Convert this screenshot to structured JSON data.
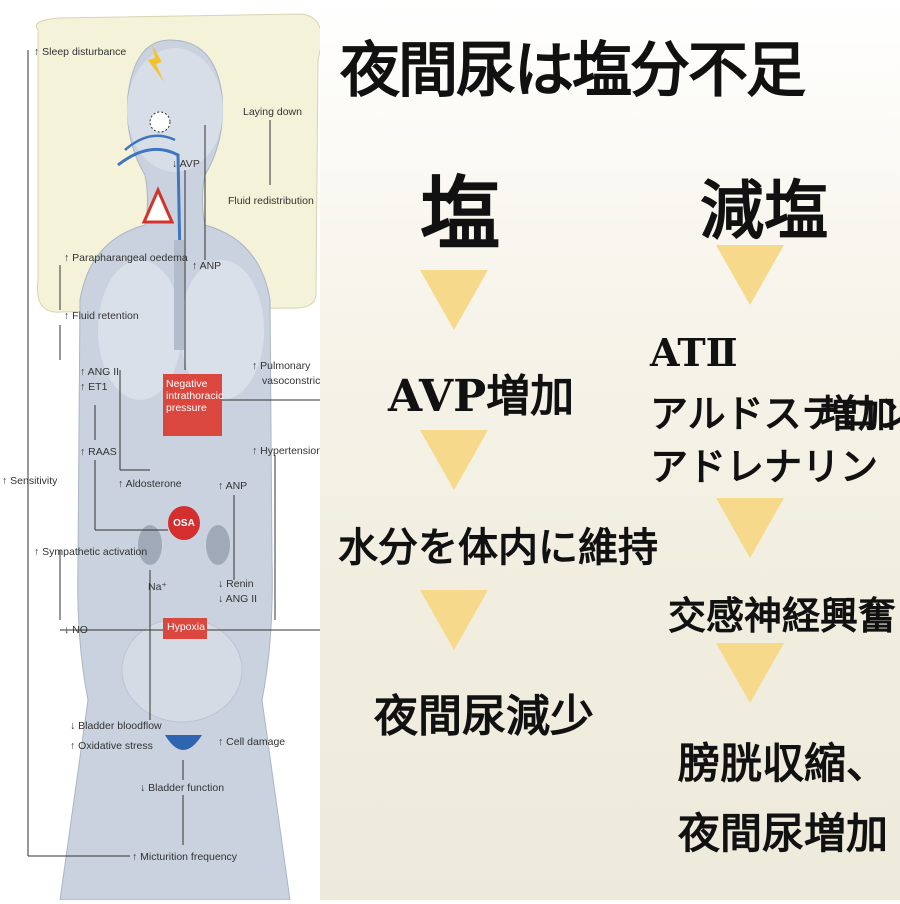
{
  "diagram": {
    "labels": {
      "sleep_disturbance": "↑ Sleep disturbance",
      "laying_down": "Laying down",
      "fluid_redistribution": "Fluid redistribution",
      "avp": "↓ AVP",
      "anp_top": "↑ ANP",
      "parapharangeal_oedema": "↑ Parapharangeal oedema",
      "fluid_retention": "↑ Fluid retention",
      "ang2": "↑ ANG II",
      "et1": "↑ ET1",
      "pulmonary_1": "↑ Pulmonary",
      "pulmonary_2": "vasoconstriction",
      "negative_1": "Negative",
      "negative_2": "intrathoracic",
      "negative_3": "pressure",
      "raas": "↑ RAAS",
      "hypertension": "↑ Hypertension",
      "sensitivity": "↑ Sensitivity",
      "aldosterone": "↑ Aldosterone",
      "anp_mid": "↑ ANP",
      "osa": "OSA",
      "sympathetic": "↑ Sympathetic activation",
      "na": "Na⁺",
      "renin": "↓ Renin",
      "ang2_low": "↓ ANG II",
      "no": "↓ NO",
      "hypoxia": "Hypoxia",
      "bladder_bloodflow": "↓ Bladder bloodflow",
      "oxidative_stress": "↑ Oxidative stress",
      "cell_damage": "↑ Cell damage",
      "bladder_function": "↓ Bladder function",
      "micturition": "↑ Micturition frequency"
    }
  },
  "panel": {
    "title": "夜間尿は塩分不足",
    "left_column": {
      "heading": "塩",
      "steps": [
        "AVP増加",
        "水分を体内に維持",
        "夜間尿減少"
      ]
    },
    "right_column": {
      "heading": "減塩",
      "hormones": [
        "ATⅡ",
        "アルドステロン",
        "増加",
        "アドレナリン"
      ],
      "steps": [
        "交感神経興奮",
        "膀胱収縮、",
        "夜間尿増加"
      ]
    },
    "colors": {
      "arrow": "#f6d98a",
      "accent_red": "#d9473f"
    }
  }
}
